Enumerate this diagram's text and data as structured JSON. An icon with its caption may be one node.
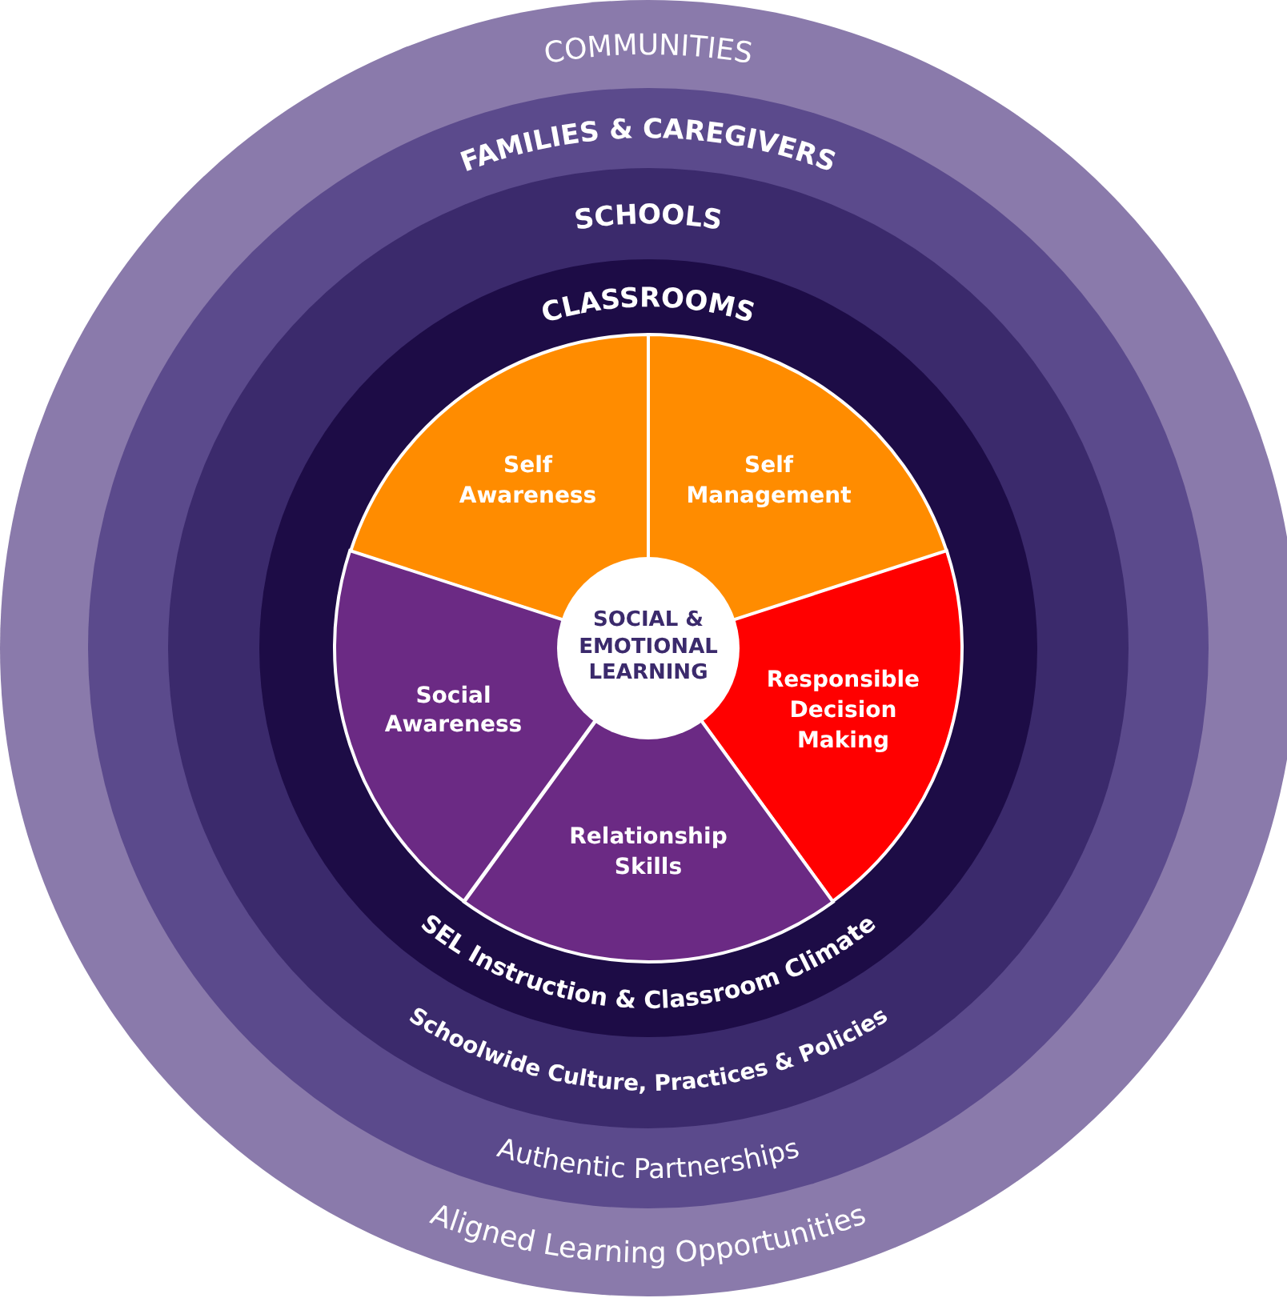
{
  "diagram": {
    "nodes": [
      {
        "text": [
          "COMMUNITIES",
          "Aligned Learning Opportunities"
        ]
      },
      {
        "text": [
          "FAMILIES & CAREGIVERS",
          "Authentic Partnerships"
        ],
        "in": 0
      },
      {
        "text": [
          "SCHOOLS",
          "Schoolwide Culture, Practices & Policies"
        ],
        "in": 1
      },
      {
        "text": [
          "CLASSROOMS",
          "SEL Instruction & Classroom Climate"
        ],
        "in": 2
      },
      {
        "text": [
          "Self Awareness"
        ],
        "in": 3
      },
      {
        "text": [
          "Self Management"
        ],
        "in": 3
      },
      {
        "text": [
          "Social Awareness"
        ],
        "in": 3
      },
      {
        "text": [
          "SOCIAL & EMOTIONAL LEARNING"
        ],
        "in": 3
      },
      {
        "text": [
          "Responsible Decision Making"
        ],
        "in": 3
      },
      {
        "text": [
          "Relationship Skills"
        ],
        "in": 3
      }
    ]
  }
}
